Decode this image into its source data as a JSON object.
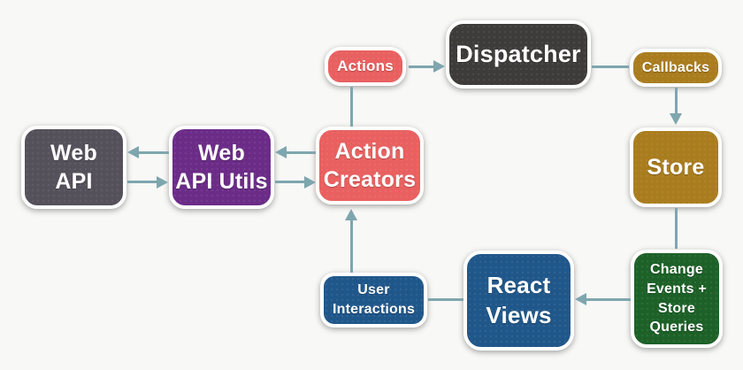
{
  "colors": {
    "bg": "#f8f8f6",
    "arrow": "#7ea6ae",
    "dark": "#3e3b3b",
    "slate": "#54515a",
    "red": "#e96060",
    "gold": "#a97c1e",
    "purple": "#6b2c87",
    "blue": "#20578a",
    "green": "#1d6128"
  },
  "nodes": {
    "actions": {
      "label": "Actions"
    },
    "dispatcher": {
      "label": "Dispatcher"
    },
    "callbacks": {
      "label": "Callbacks"
    },
    "store": {
      "label": "Store"
    },
    "web_api": {
      "line1": "Web",
      "line2": "API"
    },
    "web_api_utils": {
      "line1": "Web",
      "line2": "API Utils"
    },
    "action_creators": {
      "line1": "Action",
      "line2": "Creators"
    },
    "user_interactions": {
      "line1": "User",
      "line2": "Interactions"
    },
    "react_views": {
      "line1": "React",
      "line2": "Views"
    },
    "change_events": {
      "line1": "Change",
      "line2": "Events +",
      "line3": "Store",
      "line4": "Queries"
    }
  },
  "edges": [
    {
      "from": "Actions",
      "to": "Dispatcher",
      "arrowhead": true
    },
    {
      "from": "Dispatcher",
      "to": "Callbacks",
      "arrowhead": false
    },
    {
      "from": "Callbacks",
      "to": "Store",
      "arrowhead": true
    },
    {
      "from": "Store",
      "to": "Change Events + Store Queries",
      "arrowhead": false
    },
    {
      "from": "Change Events + Store Queries",
      "to": "React Views",
      "arrowhead": true
    },
    {
      "from": "React Views",
      "to": "User Interactions",
      "arrowhead": false
    },
    {
      "from": "User Interactions",
      "to": "Action Creators",
      "arrowhead": true
    },
    {
      "from": "Action Creators",
      "to": "Actions",
      "arrowhead": false
    },
    {
      "from": "Action Creators",
      "to": "Web API Utils",
      "arrowhead": true
    },
    {
      "from": "Web API Utils",
      "to": "Action Creators",
      "arrowhead": true
    },
    {
      "from": "Web API Utils",
      "to": "Web API",
      "arrowhead": true
    },
    {
      "from": "Web API",
      "to": "Web API Utils",
      "arrowhead": true
    }
  ]
}
